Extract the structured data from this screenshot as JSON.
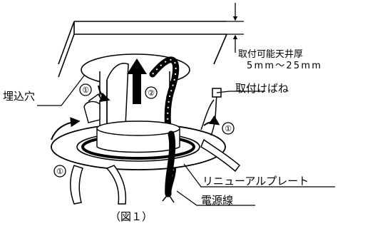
{
  "labels": {
    "ceiling_thickness_title": "取付可能天井厚",
    "ceiling_thickness_range": "5mm〜25mm",
    "embedding_hole": "埋込穴",
    "mounting_spring": "取付けばね",
    "renewal_plate": "リニューアルプレート",
    "power_wire": "電源線",
    "figure_caption": "（図１）"
  },
  "step_markers": {
    "step1": "①",
    "step2": "②"
  }
}
